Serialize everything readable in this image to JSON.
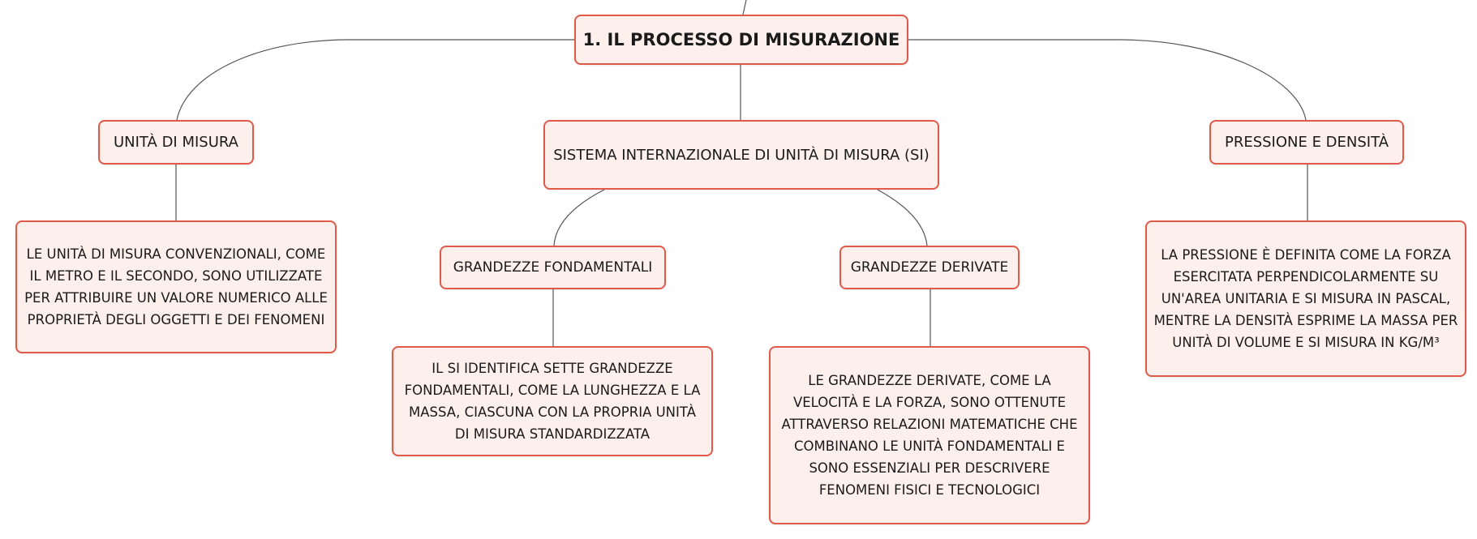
{
  "colors": {
    "border": "#e05a4a",
    "fill": "#fdf0ec",
    "connector": "#555555"
  },
  "root": {
    "title": "1. IL PROCESSO DI MISURAZIONE"
  },
  "branches": {
    "unita": {
      "title": "UNITÀ DI MISURA",
      "desc": "LE UNITÀ DI MISURA CONVENZIONALI, COME IL METRO E IL SECONDO, SONO UTILIZZATE PER ATTRIBUIRE UN VALORE NUMERICO ALLE PROPRIETÀ DEGLI OGGETTI E DEI FENOMENI"
    },
    "si": {
      "title": "SISTEMA INTERNAZIONALE DI UNITÀ DI MISURA (SI)",
      "fondamentali": {
        "title": "GRANDEZZE FONDAMENTALI",
        "desc": "IL SI IDENTIFICA SETTE GRANDEZZE FONDAMENTALI, COME LA LUNGHEZZA E LA MASSA, CIASCUNA CON LA PROPRIA UNITÀ DI MISURA STANDARDIZZATA"
      },
      "derivate": {
        "title": "GRANDEZZE DERIVATE",
        "desc": "LE GRANDEZZE DERIVATE, COME LA VELOCITÀ E LA FORZA, SONO OTTENUTE ATTRAVERSO RELAZIONI MATEMATICHE CHE COMBINANO LE UNITÀ FONDAMENTALI E SONO ESSENZIALI PER DESCRIVERE FENOMENI FISICI E TECNOLOGICI"
      }
    },
    "pressione": {
      "title": "PRESSIONE E DENSITÀ",
      "desc": "LA PRESSIONE È DEFINITA COME LA FORZA ESERCITATA PERPENDICOLARMENTE SU UN'AREA UNITARIA E SI MISURA IN PASCAL, MENTRE LA DENSITÀ ESPRIME LA MASSA PER UNITÀ DI VOLUME E SI MISURA IN KG/M³"
    }
  }
}
